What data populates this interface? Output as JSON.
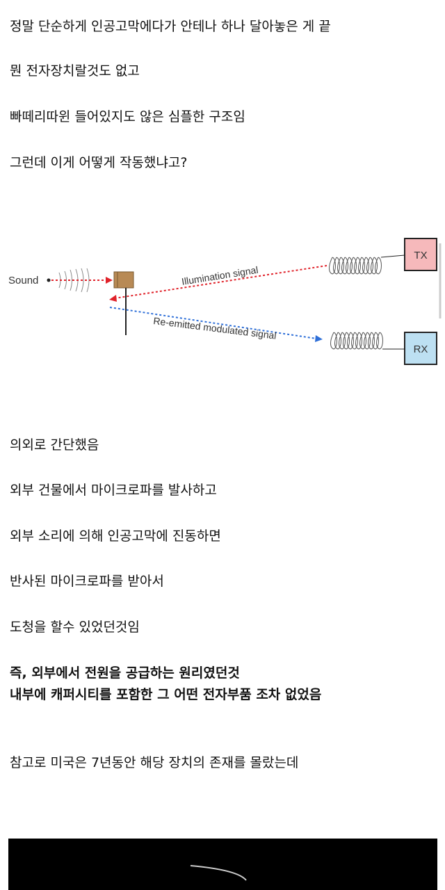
{
  "paragraphs_top": [
    "정말 단순하게 인공고막에다가 안테나 하나 달아놓은 게 끝",
    "뭔 전자장치랄것도 없고",
    "빠떼리따윈 들어있지도 않은 심플한 구조임",
    "그런데 이게 어떻게 작동했냐고?"
  ],
  "diagram": {
    "sound_label": "Sound",
    "illumination_label": "Illumination signal",
    "reemitted_label": "Re-emitted modulated signal",
    "tx_label": "TX",
    "rx_label": "RX",
    "colors": {
      "tx": "#f6b9bb",
      "rx": "#bde0f2",
      "illumination": "#e0222a",
      "reemitted": "#2e6fd8"
    }
  },
  "paragraphs_mid": [
    "의외로 간단했음",
    "외부 건물에서 마이크로파를 발사하고",
    "외부 소리에 의해 인공고막에 진동하면",
    "반사된 마이크로파를 받아서",
    "도청을 할수 있었던것임"
  ],
  "bold_lines": [
    "즉, 외부에서 전원을 공급하는 원리였던것",
    "내부에 캐퍼시티를 포함한 그 어떤 전자부품 조차 없었음"
  ],
  "paragraph_bottom": "참고로 미국은 7년동안 해당 장치의 존재를 몰랐는데"
}
